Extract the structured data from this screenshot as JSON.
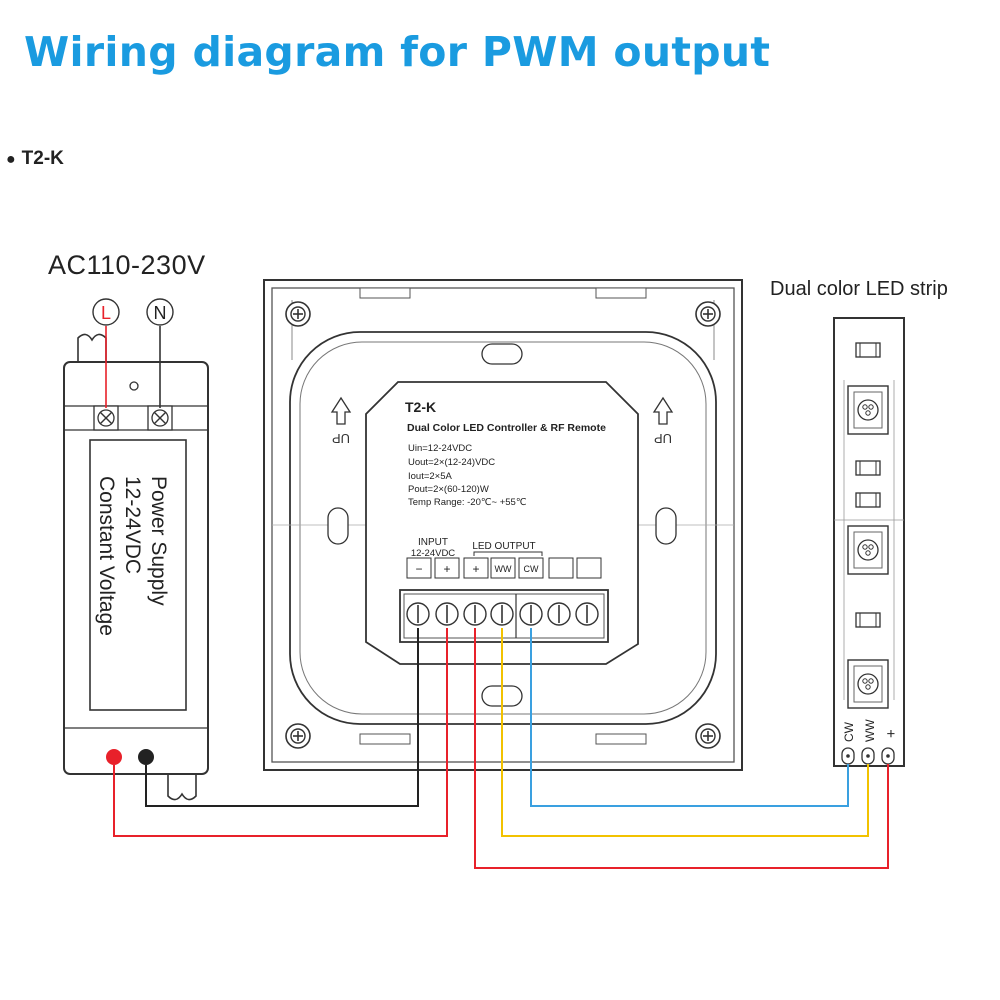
{
  "title": "Wiring diagram for PWM output",
  "model": "T2-K",
  "ac_input": {
    "label": "AC110-230V",
    "terminal_l": "L",
    "terminal_n": "N"
  },
  "power_supply": {
    "line1": "Power Supply",
    "line2": "12-24VDC",
    "line3": "Constant Voltage"
  },
  "controller": {
    "model": "T2-K",
    "description": "Dual Color LED Controller & RF Remote",
    "specs": [
      "Uin=12-24VDC",
      "Uout=2×(12-24)VDC",
      "Iout=2×5A",
      "Pout=2×(60-120)W",
      "Temp Range: -20℃~ +55℃"
    ],
    "input_label": "INPUT",
    "input_voltage": "12-24VDC",
    "output_label": "LED OUTPUT",
    "terminals": [
      "−",
      "+",
      "+",
      "WW",
      "CW",
      "",
      ""
    ],
    "up_label": "UP"
  },
  "led_strip": {
    "label": "Dual color LED strip",
    "pads": [
      "CW",
      "WW",
      "+"
    ]
  },
  "colors": {
    "title": "#1a9be0",
    "wire_red": "#e8212a",
    "wire_black": "#222222",
    "wire_yellow": "#f2c200",
    "wire_blue": "#3aa0e0"
  }
}
